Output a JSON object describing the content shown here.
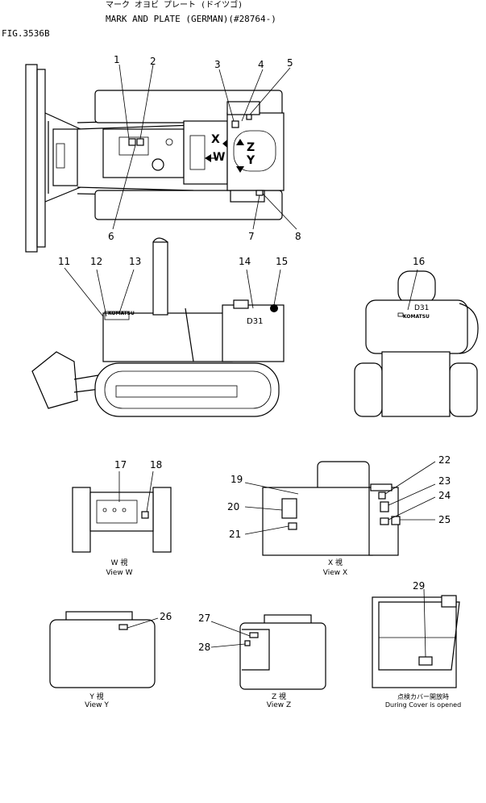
{
  "header": {
    "fig_no": "FIG.3536B",
    "japanese_title": "マーク オヨビ プレート (ドイツゴ)",
    "title": "MARK AND PLATE (GERMAN)(#28764-)"
  },
  "callouts": [
    "1",
    "2",
    "3",
    "4",
    "5",
    "6",
    "7",
    "8",
    "11",
    "12",
    "13",
    "14",
    "15",
    "16",
    "17",
    "18",
    "19",
    "20",
    "21",
    "22",
    "23",
    "24",
    "25",
    "26",
    "27",
    "28",
    "29"
  ],
  "view_markers": {
    "x": "X",
    "y": "Y",
    "z": "Z",
    "w": "W"
  },
  "side_labels": {
    "model": "D31",
    "brand": "KOMATSU"
  },
  "captions": {
    "w": {
      "jp": "W 視",
      "en": "View W"
    },
    "x": {
      "jp": "X 視",
      "en": "View X"
    },
    "y": {
      "jp": "Y 視",
      "en": "View Y"
    },
    "z": {
      "jp": "Z 視",
      "en": "View Z"
    },
    "cover": {
      "jp": "点検カバー開放時",
      "en": "During Cover is opened"
    }
  }
}
